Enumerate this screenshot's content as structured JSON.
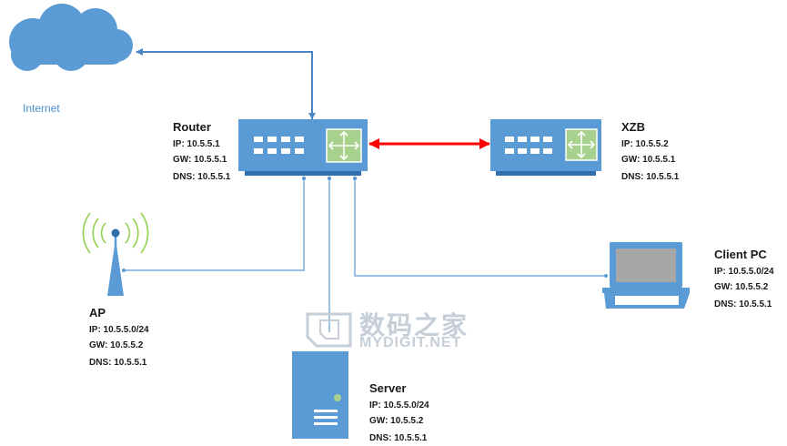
{
  "internet_label": "Internet",
  "devices": {
    "router": {
      "title": "Router",
      "ip": "IP: 10.5.5.1",
      "gw": "GW: 10.5.5.1",
      "dns": "DNS: 10.5.5.1"
    },
    "xzb": {
      "title": "XZB",
      "ip": "IP: 10.5.5.2",
      "gw": "GW: 10.5.5.1",
      "dns": "DNS: 10.5.5.1"
    },
    "ap": {
      "title": "AP",
      "ip": "IP: 10.5.5.0/24",
      "gw": "GW: 10.5.5.2",
      "dns": "DNS: 10.5.5.1"
    },
    "client": {
      "title": "Client PC",
      "ip": "IP: 10.5.5.0/24",
      "gw": "GW: 10.5.5.2",
      "dns": "DNS: 10.5.5.1"
    },
    "server": {
      "title": "Server",
      "ip": "IP: 10.5.5.0/24",
      "gw": "GW: 10.5.5.2",
      "dns": "DNS: 10.5.5.1"
    }
  },
  "watermark": {
    "cn": "数码之家",
    "en": "MYDIGIT.NET"
  },
  "colors": {
    "device": "#5b9bd5",
    "device_dark": "#2f6fad",
    "link": "#5b9bd5",
    "highlight_link": "#ff0000",
    "wifi": "#92d050",
    "module": "#a9d18e",
    "screen": "#a6a6a6"
  }
}
